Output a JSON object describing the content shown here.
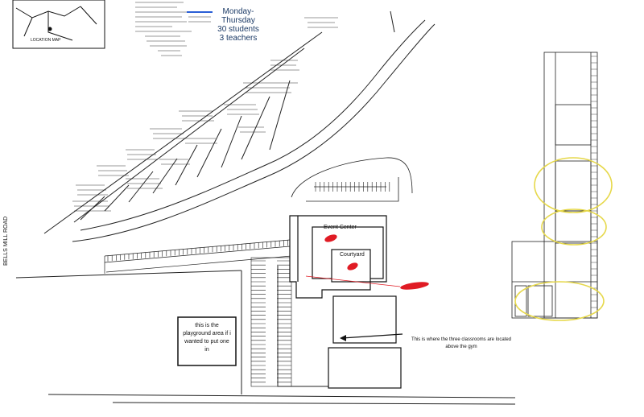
{
  "annotations": {
    "schedule_line1": "Monday-Thursday",
    "schedule_line2": "30 students",
    "schedule_line3": "3 teachers",
    "event_center": "Event Center",
    "courtyard": "Courtyard",
    "playground_note": "this is the playground area if i wanted to put one in",
    "classrooms_note": "This is where the three classrooms are located above the gym"
  },
  "street_label": "BELLS MILL ROAD",
  "locator_label": "LOCATION MAP",
  "colors": {
    "ink": "#111111",
    "red_marker": "#e01b24",
    "yellow_circle": "#e6d84a",
    "blue_highlight": "#2a5fd6",
    "note_text": "#1b3a66"
  }
}
